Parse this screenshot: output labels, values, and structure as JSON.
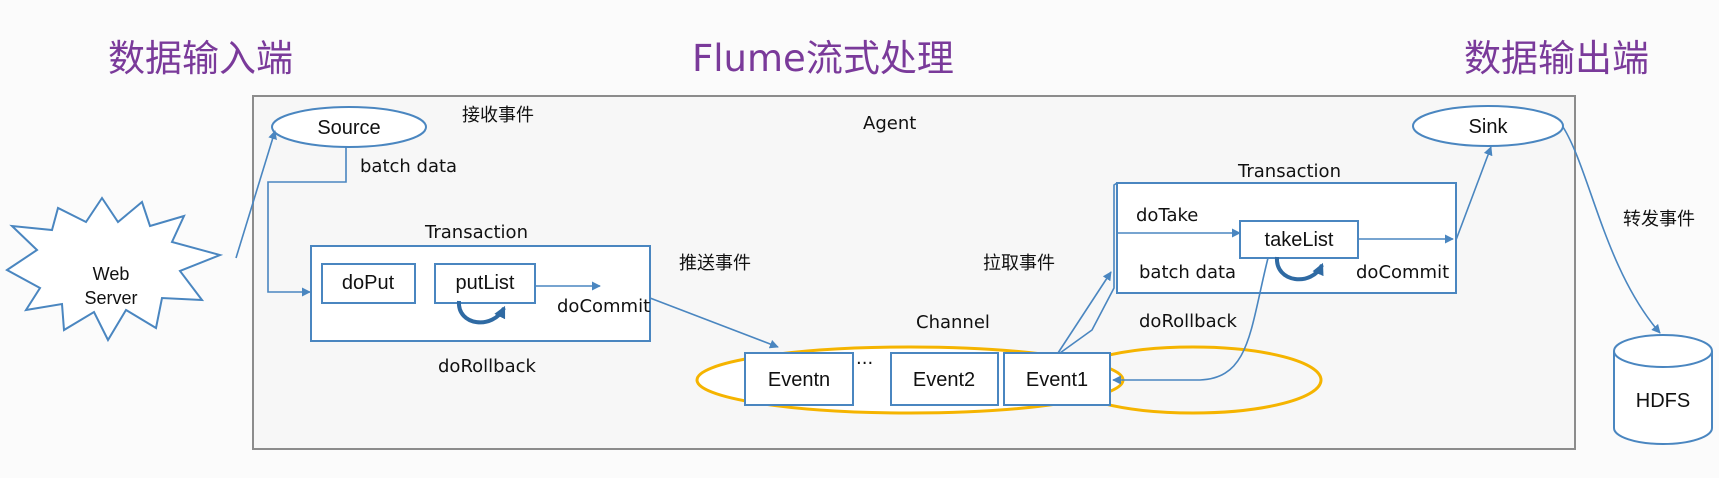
{
  "colors": {
    "heading": "#7a3a9a",
    "line_blue": "#4a86c0",
    "channel_outline": "#f5b400",
    "agent_border": "#8c8c8c"
  },
  "headings": {
    "input_side": "数据输入端",
    "processing": "Flume流式处理",
    "output_side": "数据输出端"
  },
  "agent": {
    "label": "Agent"
  },
  "source": {
    "label": "Source"
  },
  "sink": {
    "label": "Sink"
  },
  "web_server": {
    "line1": "Web",
    "line2": "Server"
  },
  "hdfs": {
    "label": "HDFS"
  },
  "labels": {
    "receive_events": "接收事件",
    "batch_data_source": "batch data",
    "push_events": "推送事件",
    "pull_events": "拉取事件",
    "forward_events": "转发事件"
  },
  "put_transaction": {
    "title": "Transaction",
    "do_put": "doPut",
    "put_list": "putList",
    "do_commit": "doCommit",
    "do_rollback": "doRollback"
  },
  "take_transaction": {
    "title": "Transaction",
    "do_take": "doTake",
    "take_list": "takeList",
    "batch_data": "batch data",
    "do_commit": "doCommit",
    "do_rollback": "doRollback"
  },
  "channel": {
    "label": "Channel",
    "events": [
      "Eventn",
      "Event2",
      "Event1"
    ],
    "ellipsis": "..."
  }
}
